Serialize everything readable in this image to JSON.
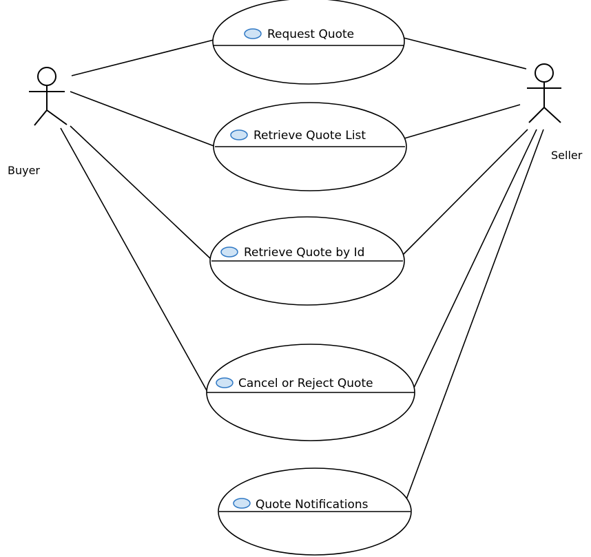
{
  "actors": {
    "buyer": {
      "name": "Buyer"
    },
    "seller": {
      "name": "Seller"
    }
  },
  "use_cases": [
    {
      "id": "request-quote",
      "label": "Request Quote"
    },
    {
      "id": "retrieve-quote-list",
      "label": "Retrieve Quote List"
    },
    {
      "id": "retrieve-quote-by-id",
      "label": "Retrieve Quote by Id"
    },
    {
      "id": "cancel-or-reject-quote",
      "label": "Cancel or Reject Quote"
    },
    {
      "id": "quote-notifications",
      "label": "Quote Notifications"
    }
  ],
  "associations": [
    {
      "actor": "buyer",
      "use_case": "request-quote"
    },
    {
      "actor": "buyer",
      "use_case": "retrieve-quote-list"
    },
    {
      "actor": "buyer",
      "use_case": "retrieve-quote-by-id"
    },
    {
      "actor": "buyer",
      "use_case": "cancel-or-reject-quote"
    },
    {
      "actor": "seller",
      "use_case": "request-quote"
    },
    {
      "actor": "seller",
      "use_case": "retrieve-quote-list"
    },
    {
      "actor": "seller",
      "use_case": "retrieve-quote-by-id"
    },
    {
      "actor": "seller",
      "use_case": "cancel-or-reject-quote"
    },
    {
      "actor": "seller",
      "use_case": "quote-notifications"
    }
  ],
  "colors": {
    "use_case_icon_fill": "#cfe3f5",
    "use_case_icon_stroke": "#2f78c4",
    "line": "#000000"
  },
  "icons": {
    "use_case": "use-case-icon",
    "actor": "stick-figure-icon"
  }
}
